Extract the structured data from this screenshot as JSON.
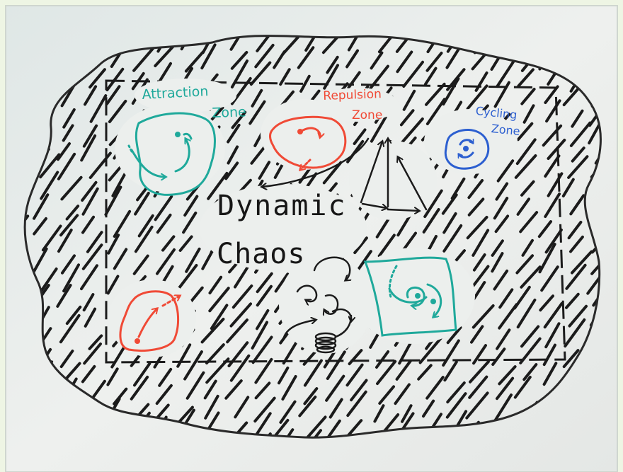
{
  "labels": {
    "attraction": [
      "Attraction",
      "Zone"
    ],
    "repulsion": [
      "Repulsion",
      "Zone"
    ],
    "cycling": [
      "Cycling",
      "Zone"
    ],
    "title": [
      "Dynamic",
      "Chaos"
    ]
  },
  "colors": {
    "board": "#e9ecea",
    "ink_black": "#161616",
    "ink_teal": "#1fa99b",
    "ink_red": "#f04a36",
    "ink_blue": "#2c5fd0",
    "frame": "#1c1c1c"
  }
}
